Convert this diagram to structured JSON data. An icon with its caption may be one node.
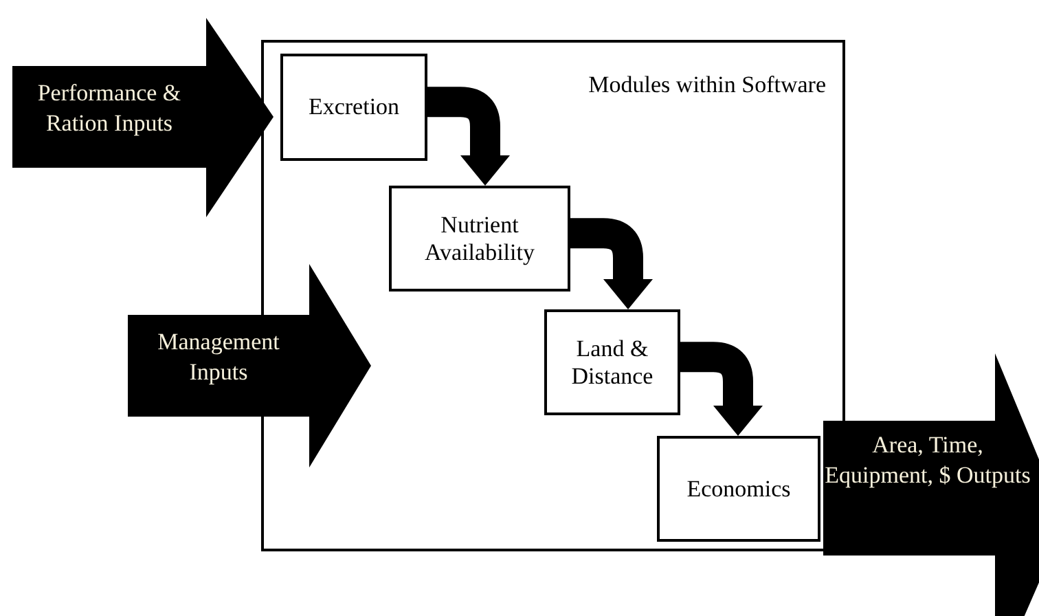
{
  "diagram": {
    "nodes": [
      {
        "text": [
          "Performance & Ration Inputs"
        ]
      },
      {
        "text": [
          "Modules within Software"
        ]
      },
      {
        "text": [
          "Excretion"
        ],
        "in": 1
      },
      {
        "text": [
          "Nutrient Availability"
        ],
        "in": 1
      },
      {
        "text": [
          "Land & Distance"
        ],
        "in": 1
      },
      {
        "text": [
          "Economics"
        ],
        "in": 1
      },
      {
        "text": [
          "Management Inputs"
        ]
      },
      {
        "text": [
          "Area, Time, Equipment, $ Outputs"
        ]
      }
    ],
    "edges": [
      {
        "from": 2,
        "to": 3,
        "arrow": "to"
      },
      {
        "from": 3,
        "to": 4,
        "arrow": "to"
      },
      {
        "from": 4,
        "to": 5,
        "arrow": "to"
      }
    ]
  }
}
